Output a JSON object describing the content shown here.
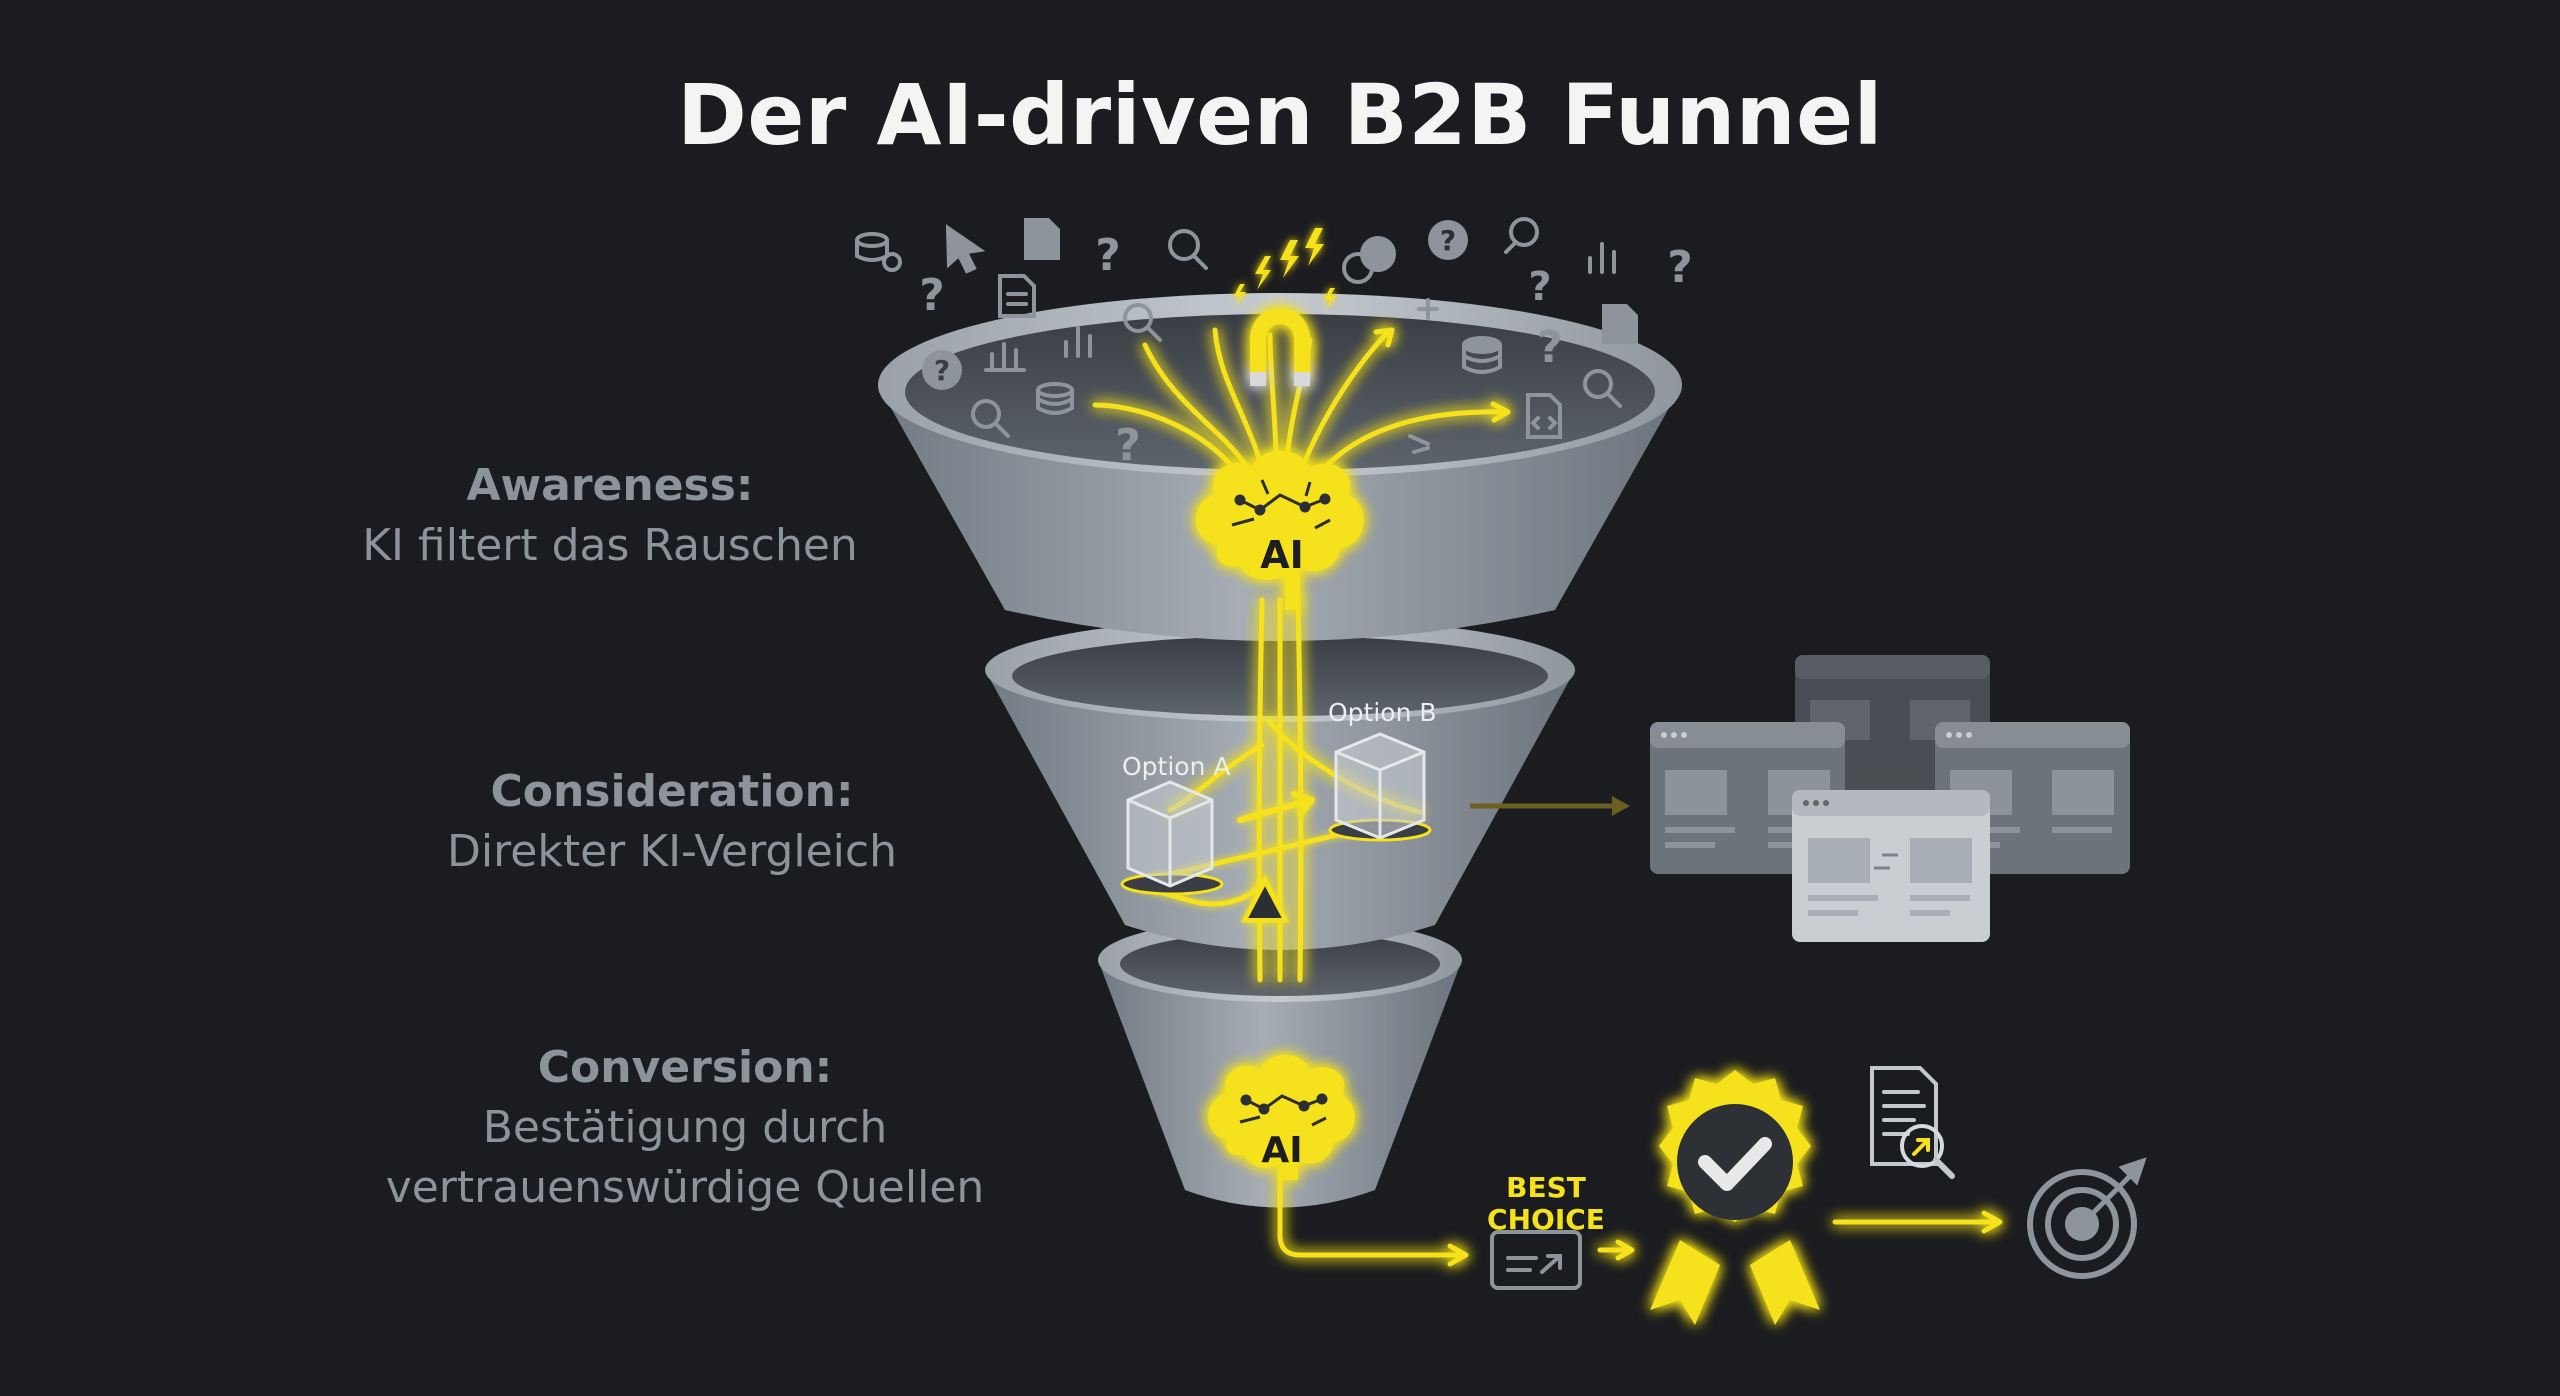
{
  "title": "Der AI-driven B2B Funnel",
  "stages": [
    {
      "heading": "Awareness:",
      "lines": [
        "KI filtert das Rauschen"
      ]
    },
    {
      "heading": "Consideration:",
      "lines": [
        "Direkter KI-Vergleich"
      ]
    },
    {
      "heading": "Conversion:",
      "lines": [
        "Bestätigung durch",
        "vertrauenswürdige Quellen"
      ]
    }
  ],
  "options": {
    "a": "Option A",
    "b": "Option B"
  },
  "ai_label": "AI",
  "badge": {
    "line1": "BEST",
    "line2": "CHOICE"
  },
  "colors": {
    "background": "#1b1c1f",
    "accent_yellow": "#f5e21b",
    "funnel_gray": "#9aa2ab",
    "label_gray": "#8c939b",
    "title": "#f4f4f4"
  },
  "icons": {
    "chaos": [
      "database-search-icon",
      "cursor-icon",
      "document-icon",
      "question-icon",
      "search-icon",
      "chat-icon",
      "bar-chart-icon",
      "code-file-icon"
    ],
    "pipeline": [
      "magnet-icon",
      "lightning-icon",
      "ai-brain-icon",
      "product-box-icon",
      "balance-scale-icon",
      "browser-window-icon",
      "link-card-icon",
      "award-badge-icon",
      "document-search-icon",
      "target-icon"
    ]
  }
}
